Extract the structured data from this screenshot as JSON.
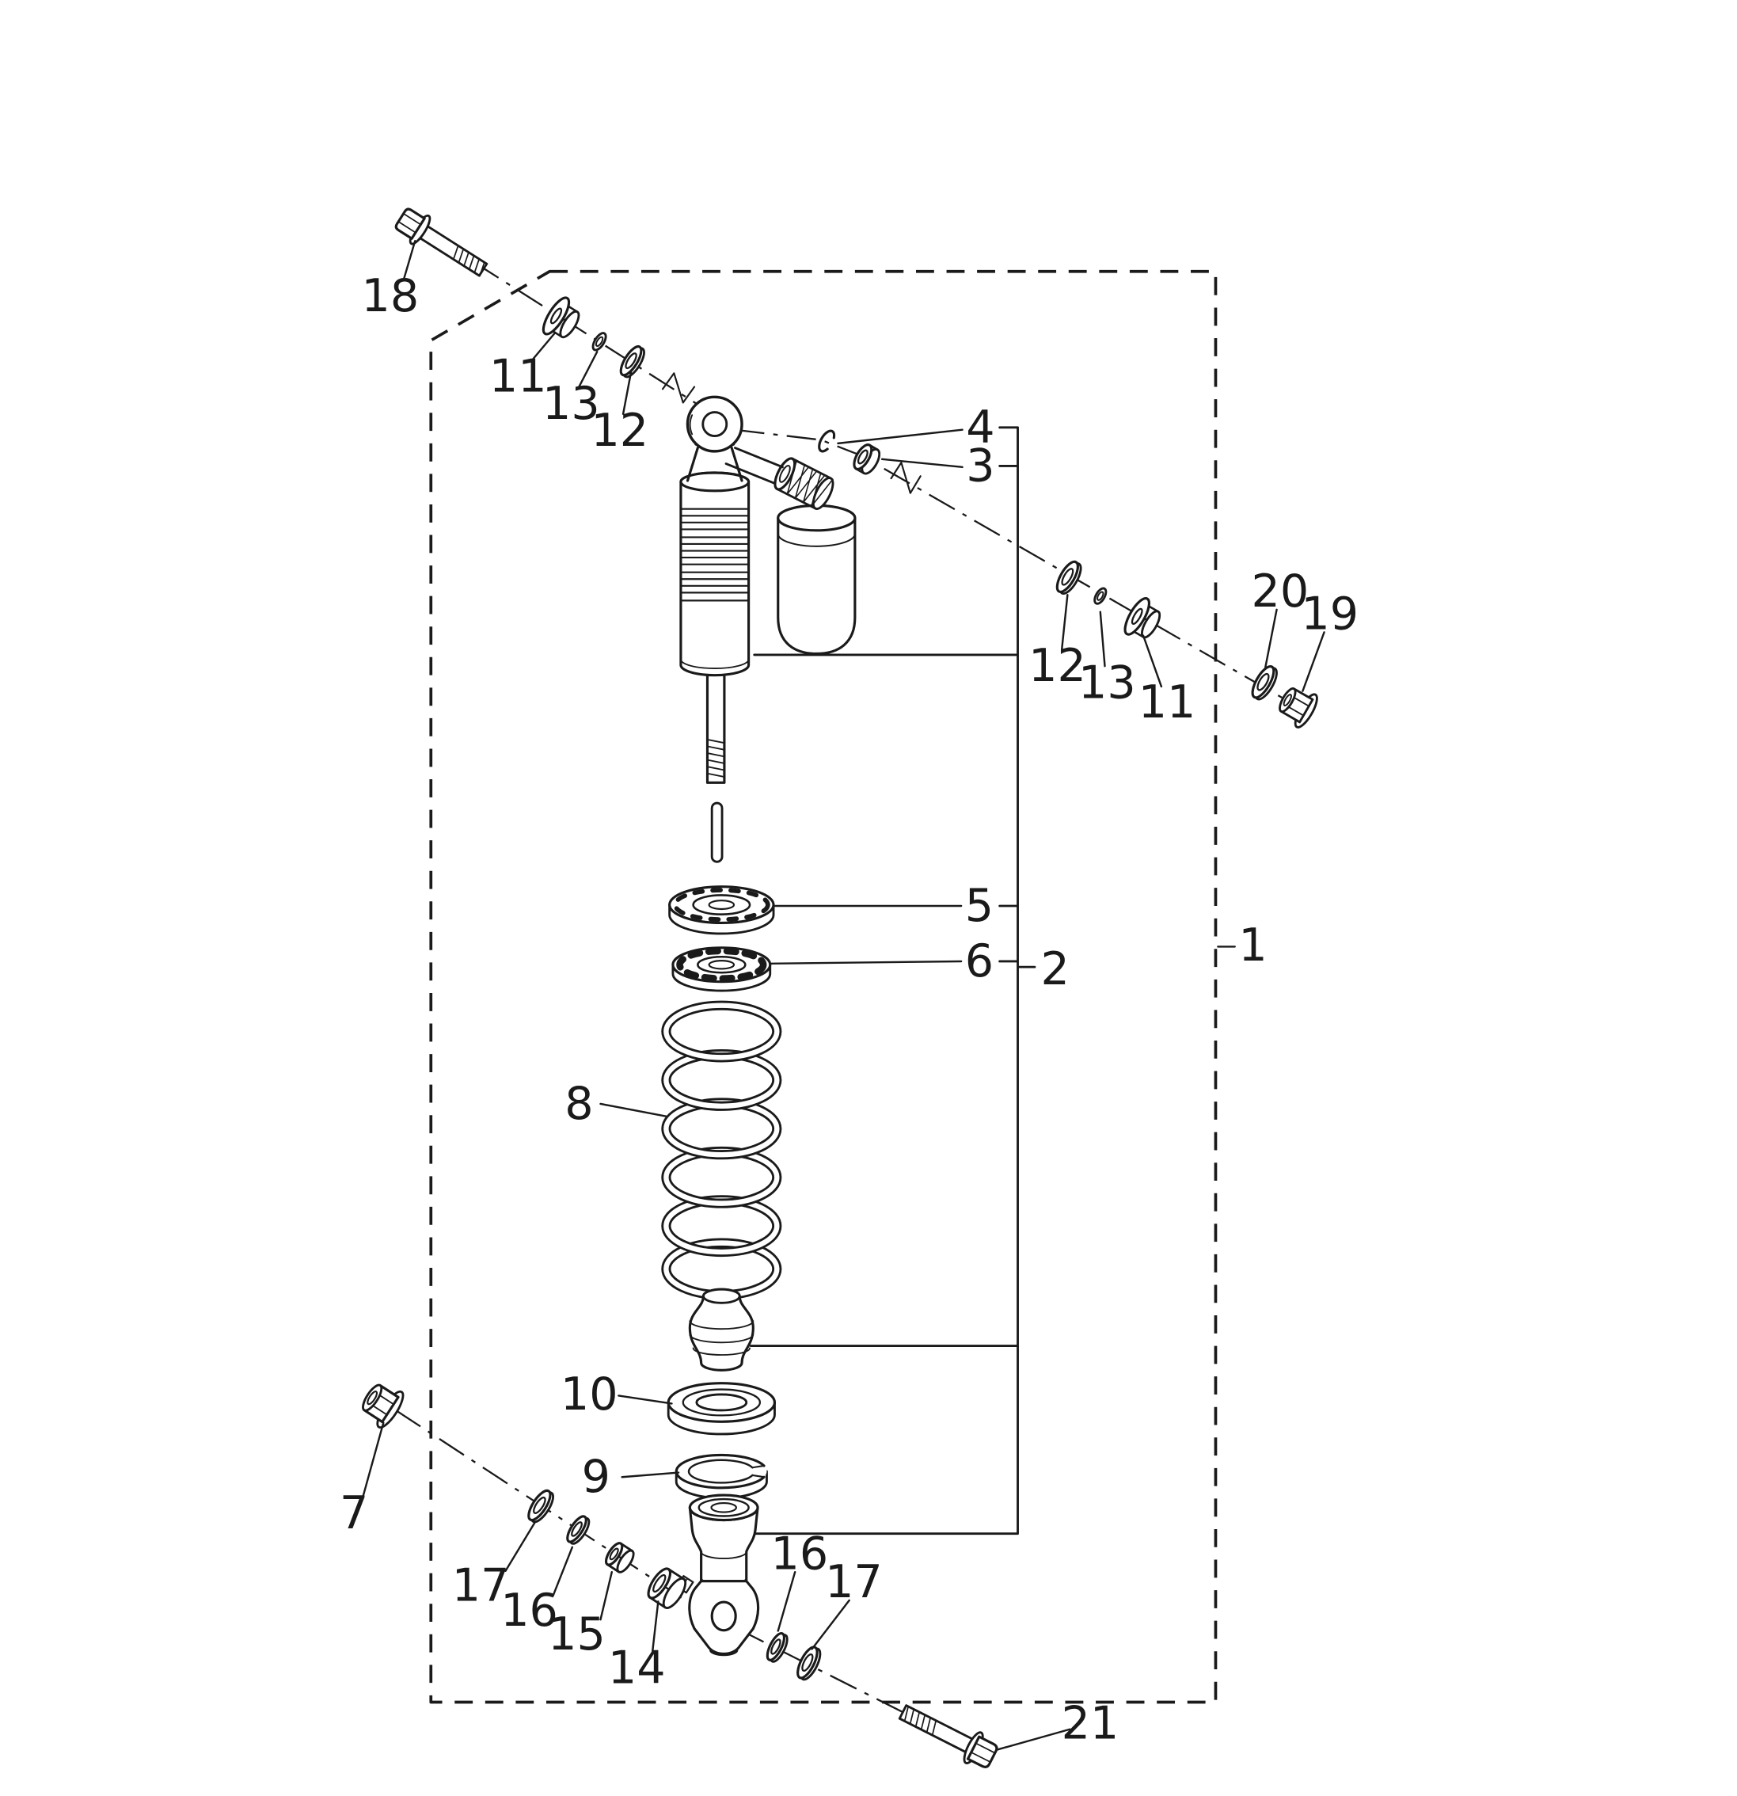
{
  "callouts": {
    "c1": "1",
    "c2": "2",
    "c3": "3",
    "c4": "4",
    "c5": "5",
    "c6": "6",
    "c7": "7",
    "c8": "8",
    "c9": "9",
    "c10": "10",
    "c11a": "11",
    "c11b": "11",
    "c12a": "12",
    "c12b": "12",
    "c13a": "13",
    "c13b": "13",
    "c14": "14",
    "c15": "15",
    "c16a": "16",
    "c16b": "16",
    "c17a": "17",
    "c17b": "17",
    "c18": "18",
    "c19": "19",
    "c20": "20",
    "c21": "21"
  },
  "colors": {
    "line": "#1a1a1a",
    "background": "#ffffff"
  }
}
